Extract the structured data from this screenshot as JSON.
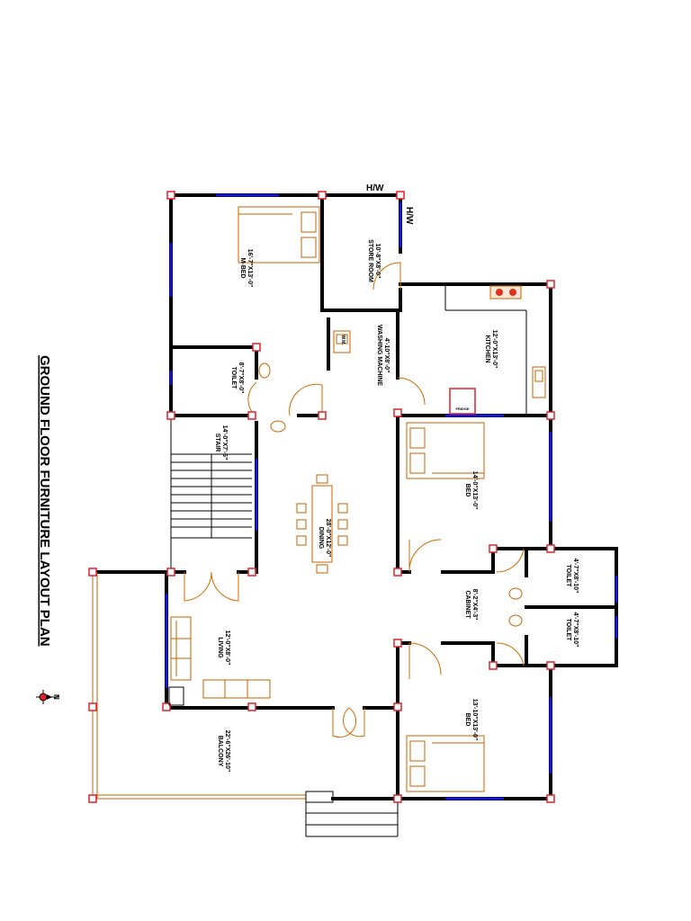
{
  "title": "GROUND FLOOR FURNITURE LAYOUT PLAN",
  "hw_labels": [
    "H/W",
    "H/W"
  ],
  "rooms": [
    {
      "name": "M-BED",
      "size": "16'-7\"X13'-0\""
    },
    {
      "name": "STORE ROOM",
      "size": "10'-8\"X8'-0\""
    },
    {
      "name": "WASHING MACHINE",
      "size": "4'-10\"X8'-0\""
    },
    {
      "name": "KITCHEN",
      "size": "12'-0\"X13'-0\""
    },
    {
      "name": "TOILET",
      "size": "8'-7\"X8'-0\""
    },
    {
      "name": "STAIR",
      "size": "14'-0\"X7'-6\""
    },
    {
      "name": "DINING",
      "size": "28'-0\"X12'-0\""
    },
    {
      "name": "BED",
      "size": "14'-0\"X13'-0\""
    },
    {
      "name": "TOILET",
      "size": "4'-7\"X8'-10\""
    },
    {
      "name": "CABINET",
      "size": "8'-2\"X4'-3\""
    },
    {
      "name": "TOILET",
      "size": "4'-7\"X8'-10\""
    },
    {
      "name": "LIVING",
      "size": "12'-0\"X8'-0\""
    },
    {
      "name": "BED",
      "size": "13'-10\"X13'-0\""
    },
    {
      "name": "BALCONY",
      "size": "22'-6\"X26'-10\""
    }
  ],
  "appliances": {
    "fridge": "FRIDGE",
    "washing_machine": "W.M."
  },
  "compass_letter": "N",
  "colors": {
    "wall": "#000000",
    "window": "#1515d6",
    "door": "#d06a00",
    "column": "#e0202a",
    "furniture": "#c86000"
  }
}
